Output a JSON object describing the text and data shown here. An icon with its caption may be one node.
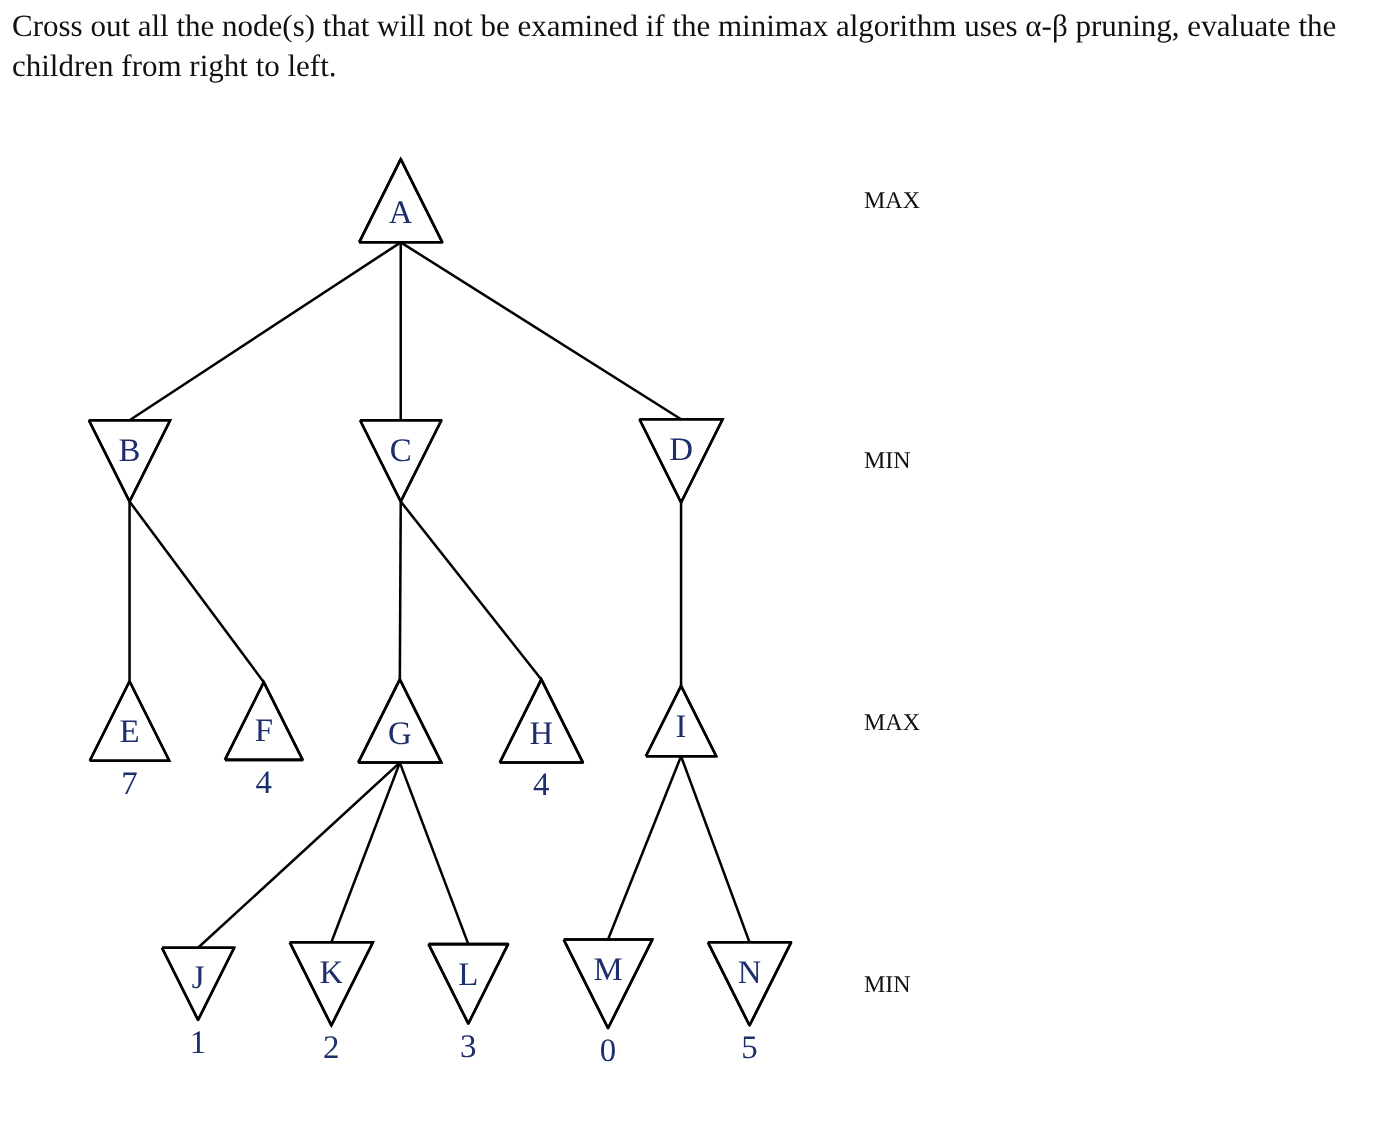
{
  "diagram": {
    "title": "Cross out all the node(s) that will not be examined if the minimax algorithm uses α-β pruning, evaluate the children from right to left.",
    "nodes": [
      {
        "text": [
          "A"
        ]
      },
      {
        "text": [
          "B"
        ]
      },
      {
        "text": [
          "C"
        ]
      },
      {
        "text": [
          "D"
        ]
      },
      {
        "text": [
          "E"
        ],
        "beside": [
          "7"
        ]
      },
      {
        "text": [
          "F"
        ],
        "beside": [
          "4"
        ]
      },
      {
        "text": [
          "G"
        ]
      },
      {
        "text": [
          "H"
        ],
        "beside": [
          "4"
        ]
      },
      {
        "text": [
          "I"
        ]
      },
      {
        "text": [
          "J"
        ],
        "beside": [
          "1"
        ]
      },
      {
        "text": [
          "K"
        ],
        "beside": [
          "2"
        ]
      },
      {
        "text": [
          "L"
        ],
        "beside": [
          "3"
        ]
      },
      {
        "text": [
          "M"
        ],
        "beside": [
          "0"
        ]
      },
      {
        "text": [
          "N"
        ],
        "beside": [
          "5"
        ]
      }
    ],
    "edges": [
      {
        "from": 0,
        "to": 1,
        "arrow": "none"
      },
      {
        "from": 0,
        "to": 2,
        "arrow": "none"
      },
      {
        "from": 0,
        "to": 3,
        "arrow": "none"
      },
      {
        "from": 1,
        "to": 4,
        "arrow": "none"
      },
      {
        "from": 1,
        "to": 5,
        "arrow": "none"
      },
      {
        "from": 2,
        "to": 6,
        "arrow": "none"
      },
      {
        "from": 2,
        "to": 7,
        "arrow": "none"
      },
      {
        "from": 3,
        "to": 8,
        "arrow": "none"
      },
      {
        "from": 6,
        "to": 9,
        "arrow": "none"
      },
      {
        "from": 6,
        "to": 10,
        "arrow": "none"
      },
      {
        "from": 6,
        "to": 11,
        "arrow": "none"
      },
      {
        "from": 8,
        "to": 12,
        "arrow": "none"
      },
      {
        "from": 8,
        "to": 13,
        "arrow": "none"
      }
    ],
    "labels": [
      "MAX",
      "MIN",
      "MAX",
      "MIN"
    ]
  }
}
